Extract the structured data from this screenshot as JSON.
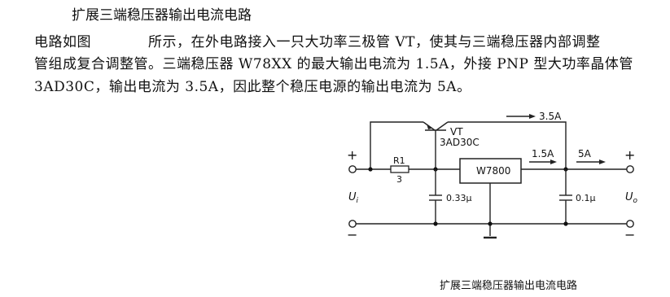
{
  "text": {
    "title": "扩展三端稳压器输出电流电路",
    "line1": "电路如图　　　　所示，在外电路接入一只大功率三极管 VT，使其与三端稳压器内部调整",
    "line2": "管组成复合调整管。三端稳压器 W78XX 的最大输出电流为 1.5A，外接 PNP 型大功率晶体管",
    "line3": "3AD30C，输出电流为 3.5A，因此整个稳压电源的输出电流为 5A。"
  },
  "diagram": {
    "transistor_label": "VT",
    "transistor_model": "3AD30C",
    "resistor_label": "R1",
    "resistor_value": "3",
    "regulator_label": "W7800",
    "cap_in_label": "0.33μ",
    "cap_out_label": "0.1μ",
    "current_vt": "3.5A",
    "current_reg": "1.5A",
    "current_total": "5A",
    "input_label": "U",
    "input_sub": "i",
    "output_label": "U",
    "output_sub": "o",
    "plus_in": "+",
    "minus_in": "−",
    "plus_out": "+",
    "minus_out": "−"
  },
  "caption": "扩展三端稳压器输出电流电路"
}
